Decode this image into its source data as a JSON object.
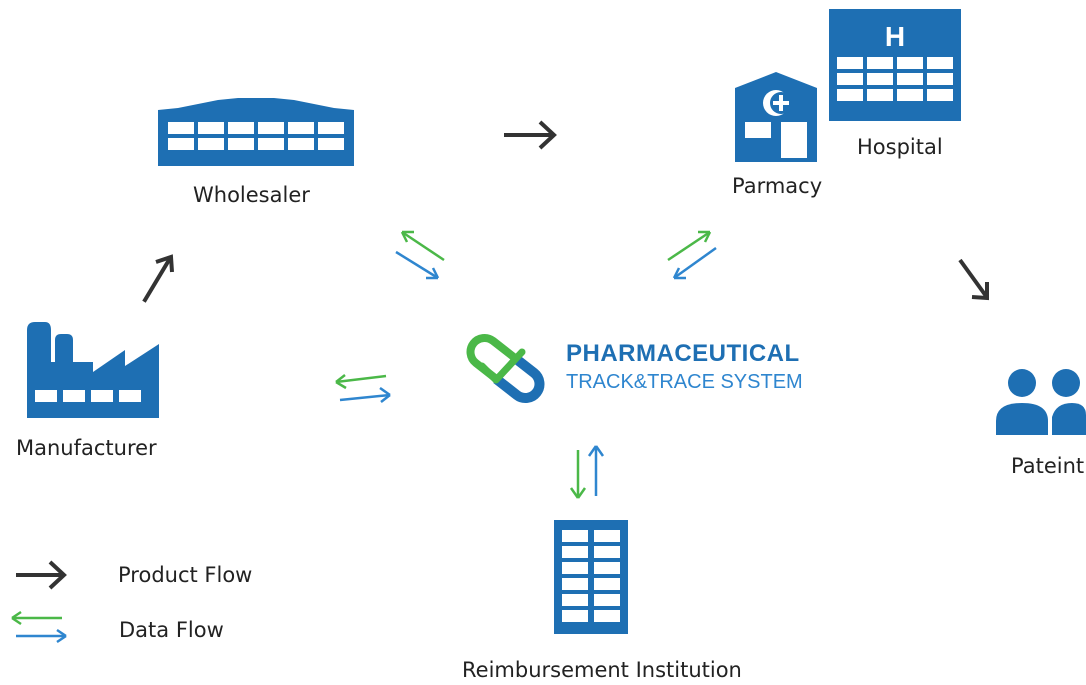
{
  "colors": {
    "blue": "#1e6fb3",
    "blue_light": "#2f86cf",
    "green": "#4bb848",
    "arrow_dark": "#333333",
    "text": "#222222"
  },
  "nodes": {
    "wholesaler": {
      "label": "Wholesaler",
      "icon": "warehouse-icon"
    },
    "pharmacy": {
      "label": "Parmacy",
      "icon": "pharmacy-icon"
    },
    "hospital": {
      "label": "Hospital",
      "icon": "hospital-icon",
      "icon_letter": "H"
    },
    "manufacturer": {
      "label": "Manufacturer",
      "icon": "factory-icon"
    },
    "patient": {
      "label": "Pateint",
      "icon": "people-icon"
    },
    "reimbursement": {
      "label": "Reimbursement Institution",
      "icon": "office-building-icon"
    }
  },
  "center": {
    "title": "PHARMACEUTICAL",
    "subtitle": "TRACK&TRACE SYSTEM",
    "icon": "capsule-logo-icon"
  },
  "legend": {
    "product_flow": {
      "label": "Product Flow",
      "icon": "dark-arrow-icon"
    },
    "data_flow": {
      "label": "Data Flow",
      "icon": "double-arrow-icon"
    }
  }
}
